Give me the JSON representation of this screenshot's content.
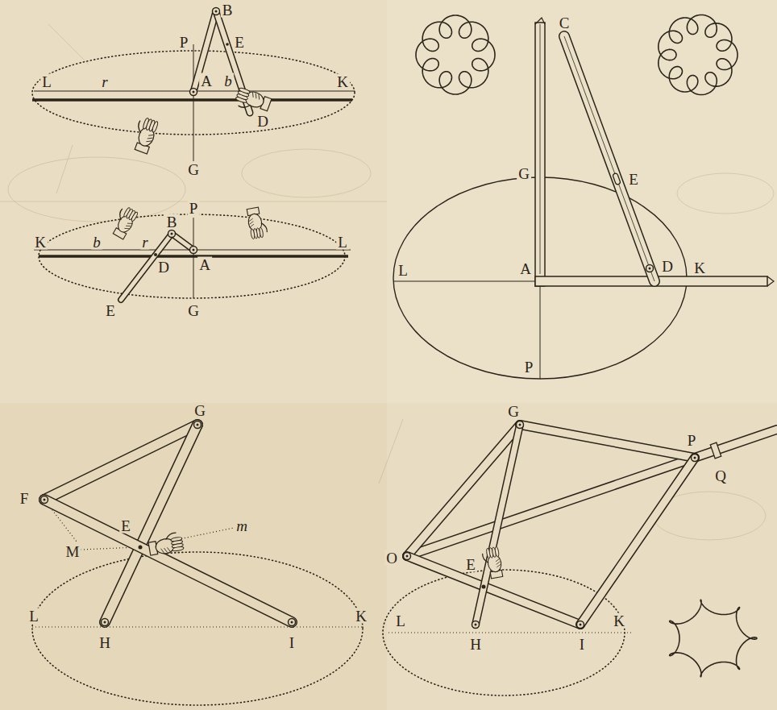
{
  "diagram": {
    "labels": [
      "P",
      "B",
      "E",
      "L",
      "r",
      "A",
      "b",
      "K",
      "D",
      "G",
      "P",
      "B",
      "K",
      "b",
      "r",
      "D",
      "A",
      "L",
      "E",
      "G",
      "C",
      "G",
      "E",
      "L",
      "A",
      "D",
      "K",
      "P",
      "G",
      "F",
      "E",
      "m",
      "M",
      "L",
      "H",
      "I",
      "K",
      "G",
      "P",
      "Q",
      "O",
      "E",
      "L",
      "H",
      "I",
      "K"
    ]
  }
}
